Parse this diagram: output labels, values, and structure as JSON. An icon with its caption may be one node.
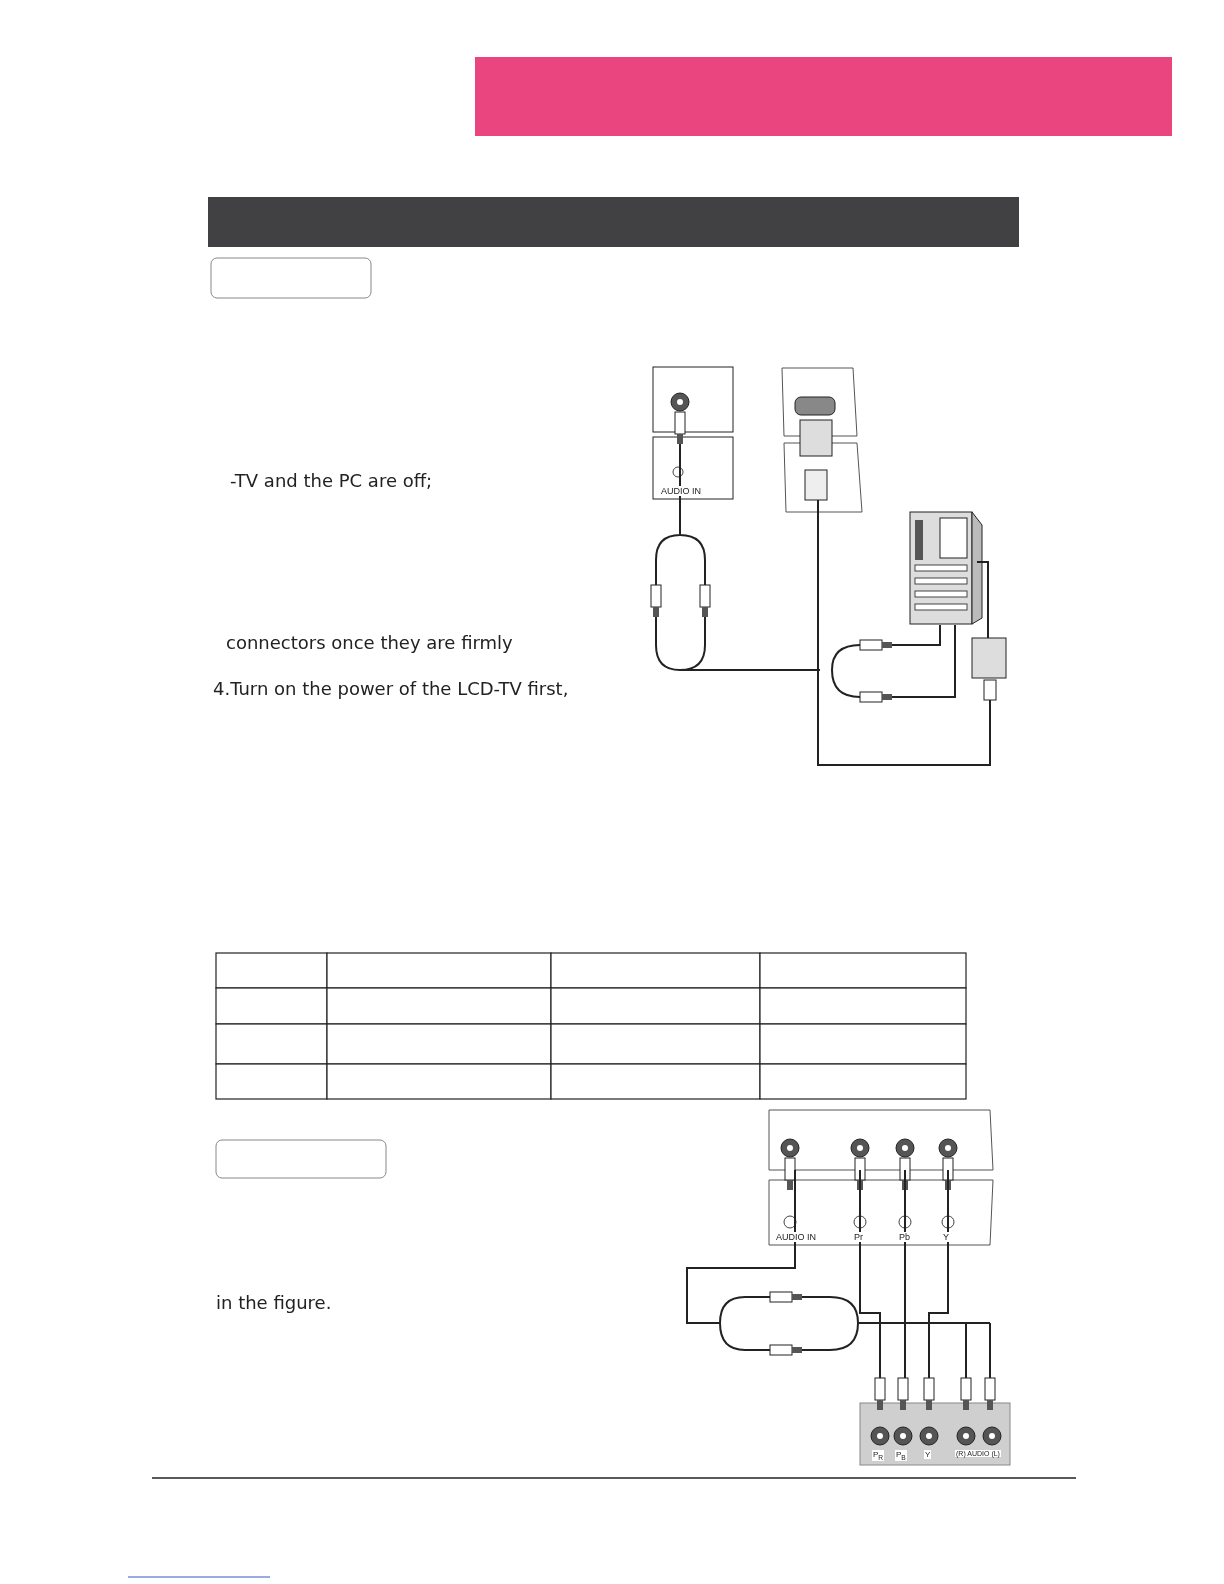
{
  "diagram": {
    "nodes": [
      {
        "text": [],
        "shape": "bar"
      },
      {
        "text": [],
        "shape": "box"
      },
      {
        "text": [],
        "shape": "box"
      }
    ],
    "labels": [
      "-TV and the PC are off;",
      "AUDIO IN",
      "connectors once they are firmly",
      "4.Turn on the power of the LCD-TV first,",
      "AUDIO IN",
      "Pr",
      "Pb",
      "Y",
      "in the figure.",
      "P$_{R}$",
      "P$_{B}$",
      "Y",
      "(R) AUDIO (L)"
    ]
  }
}
